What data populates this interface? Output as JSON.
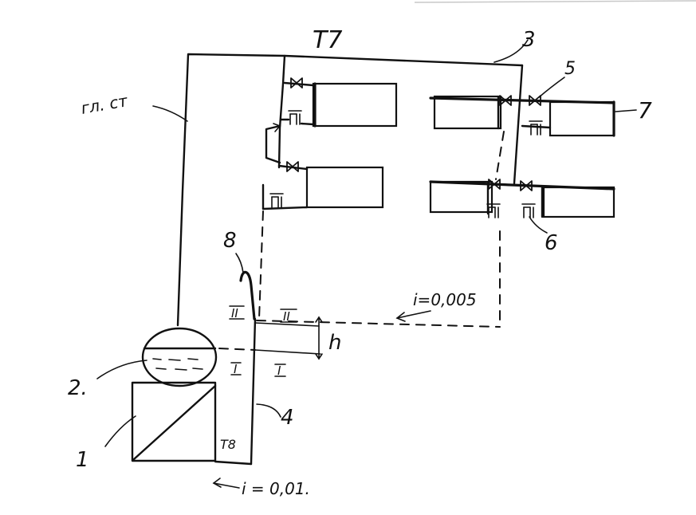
{
  "labels": {
    "supply_pipe": "T7",
    "main_riser": "гл. ст",
    "item_3": "3",
    "item_5": "5",
    "item_7": "7",
    "item_6": "6",
    "item_8": "8",
    "item_2": "2.",
    "item_1": "1",
    "item_4": "4",
    "return_pipe": "T8",
    "slope_return": "i = 0,01.",
    "slope_upper": "i=0,005",
    "level_2_left": "II",
    "level_2_right": "II",
    "level_1_left": "I",
    "level_1_right": "I",
    "height": "h"
  },
  "colors": {
    "ink": "#111111",
    "paper": "#ffffff"
  }
}
